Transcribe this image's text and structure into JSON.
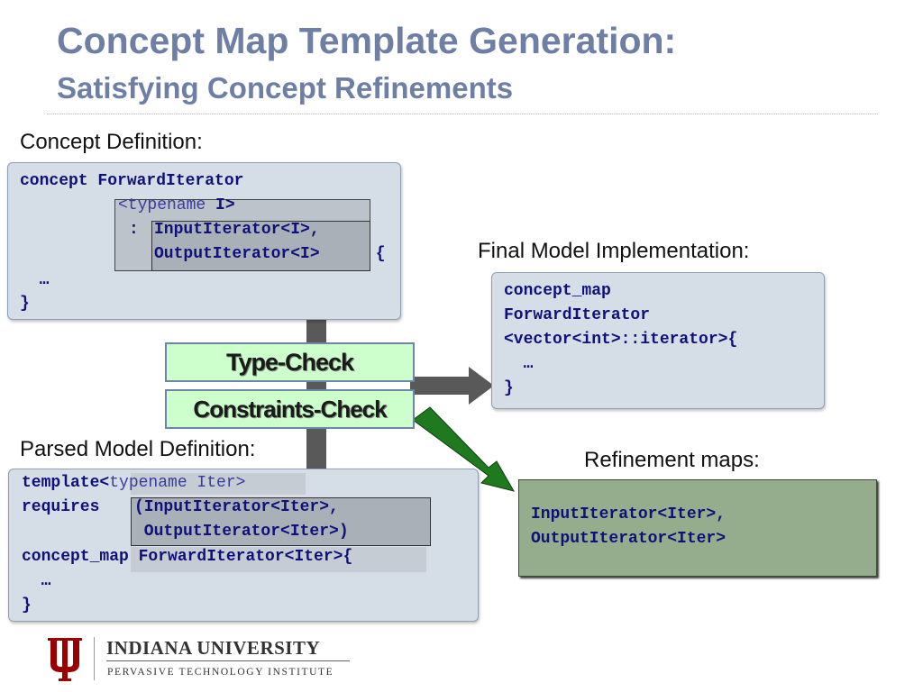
{
  "slide": {
    "title": "Concept Map Template Generation:",
    "subtitle": "Satisfying Concept Refinements"
  },
  "concept_definition": {
    "label": "Concept Definition:",
    "line1": "concept ForwardIterator",
    "typename_kw": "<typename",
    "typename_param": " I>",
    "colon": ": ",
    "refine1": "InputIterator<I>,",
    "refine2": "OutputIterator<I>",
    "brace_open": " {",
    "ellipsis": "  …",
    "brace_close": "}"
  },
  "checks": {
    "type_check": "Type-Check",
    "constraints_check": "Constraints-Check"
  },
  "final_model": {
    "label": "Final Model Implementation:",
    "line1": "concept_map",
    "line2": "ForwardIterator",
    "line3": "<vector<int>::iterator>{",
    "ellipsis": "  …",
    "brace_close": "}"
  },
  "parsed_model": {
    "label": "Parsed Model Definition:",
    "template_kw": "template<",
    "typename_part": "typename Iter>",
    "requires_kw": "requires ",
    "req1": "(InputIterator<Iter>,",
    "req2": " OutputIterator<Iter>)",
    "map_prefix": "concept_map ",
    "map_name": "ForwardIterator<Iter>",
    "brace_open": "{",
    "ellipsis": "  …",
    "brace_close": "}"
  },
  "refinement_maps": {
    "label": "Refinement maps:",
    "line1": "InputIterator<Iter>,",
    "line2": "OutputIterator<Iter>"
  },
  "logo": {
    "name": "INDIANA UNIVERSITY",
    "institute": "PERVASIVE TECHNOLOGY INSTITUTE"
  },
  "colors": {
    "title": "#6e7fa6",
    "code_box": "#d5dde6",
    "check_box": "#ccffcc",
    "refinement_box": "#95ad8c",
    "green_arrow": "#1f7a1f",
    "gray_arrow": "#595959",
    "iu_crimson": "#990000"
  }
}
